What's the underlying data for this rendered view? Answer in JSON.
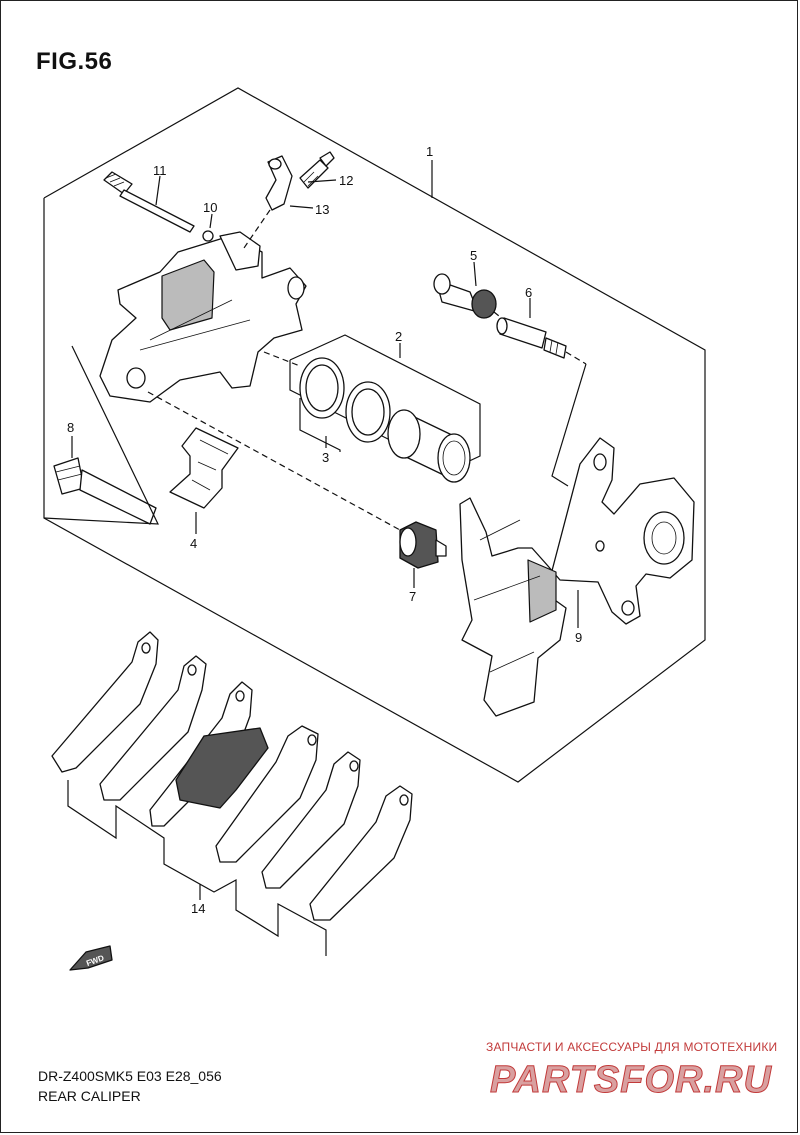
{
  "figure": {
    "title": "FIG.56"
  },
  "callouts": [
    "1",
    "2",
    "3",
    "4",
    "5",
    "6",
    "7",
    "8",
    "9",
    "10",
    "11",
    "12",
    "13",
    "14"
  ],
  "fwd_badge": "FWD",
  "footer": {
    "model_code": "DR-Z400SMK5 E03 E28_056",
    "section": "REAR CALIPER"
  },
  "watermark": {
    "tagline": "ЗАПЧАСТИ И АКСЕССУАРЫ ДЛЯ МОТОТЕХНИКИ",
    "brand": "PARTSFOR.RU",
    "color": "#c23a3a"
  }
}
